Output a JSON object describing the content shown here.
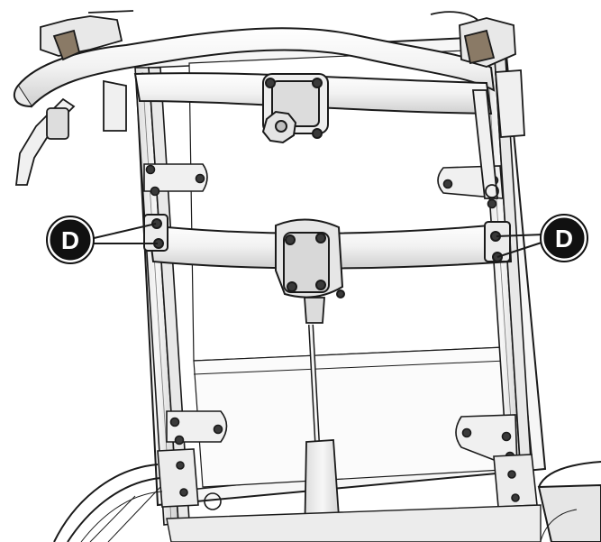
{
  "callouts": [
    {
      "id": "left",
      "label": "D"
    },
    {
      "id": "right",
      "label": "D"
    }
  ],
  "colors": {
    "outline": "#1a1a1a",
    "frame_fill": "#f4f4f4",
    "panel_fill": "#ffffff",
    "shade": "#cfcfcf",
    "bolt": "#3a3a3a",
    "callout_bg": "#111111",
    "callout_ring": "#ffffff",
    "callout_text": "#ffffff"
  }
}
